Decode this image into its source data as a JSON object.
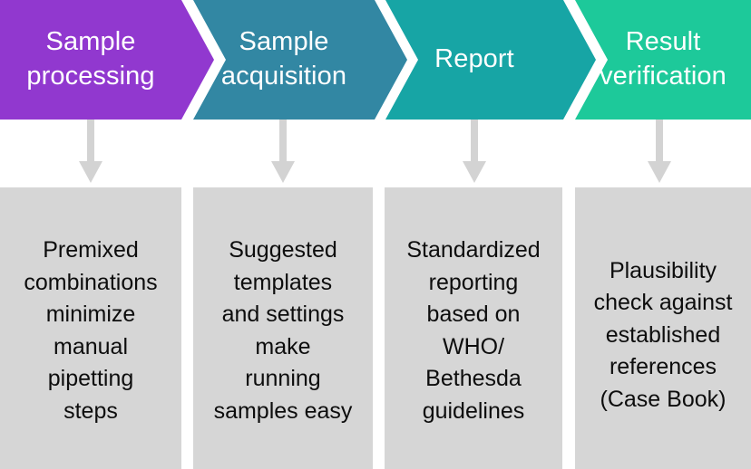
{
  "diagram": {
    "title": "Laboratory workflow process chevron diagram",
    "colors": {
      "stage_1": "#9138cf",
      "stage_2": "#3287a3",
      "stage_3": "#17a5a5",
      "stage_4": "#1dc99a",
      "description_box": "#d6d6d6",
      "arrow": "#d3d3d3",
      "header_text": "#ffffff",
      "body_text": "#0d0d0d",
      "background": "#ffffff"
    },
    "stages": [
      {
        "label": "Sample\nprocessing",
        "color": "#9138cf",
        "description": "Premixed\ncombinations\nminimize\nmanual\npipetting\nsteps",
        "arrow": "down-arrow-icon"
      },
      {
        "label": "Sample\nacquisition",
        "color": "#3287a3",
        "description": "Suggested\ntemplates\nand settings\nmake\nrunning\nsamples easy",
        "arrow": "down-arrow-icon"
      },
      {
        "label": "Report",
        "color": "#17a5a5",
        "description": "Standardized\nreporting\nbased on\nWHO/\nBethesda\nguidelines",
        "arrow": "down-arrow-icon"
      },
      {
        "label": "Result\nverification",
        "color": "#1dc99a",
        "description": "Plausibility\ncheck against\nestablished\nreferences\n(Case Book)",
        "arrow": "down-arrow-icon"
      }
    ]
  }
}
